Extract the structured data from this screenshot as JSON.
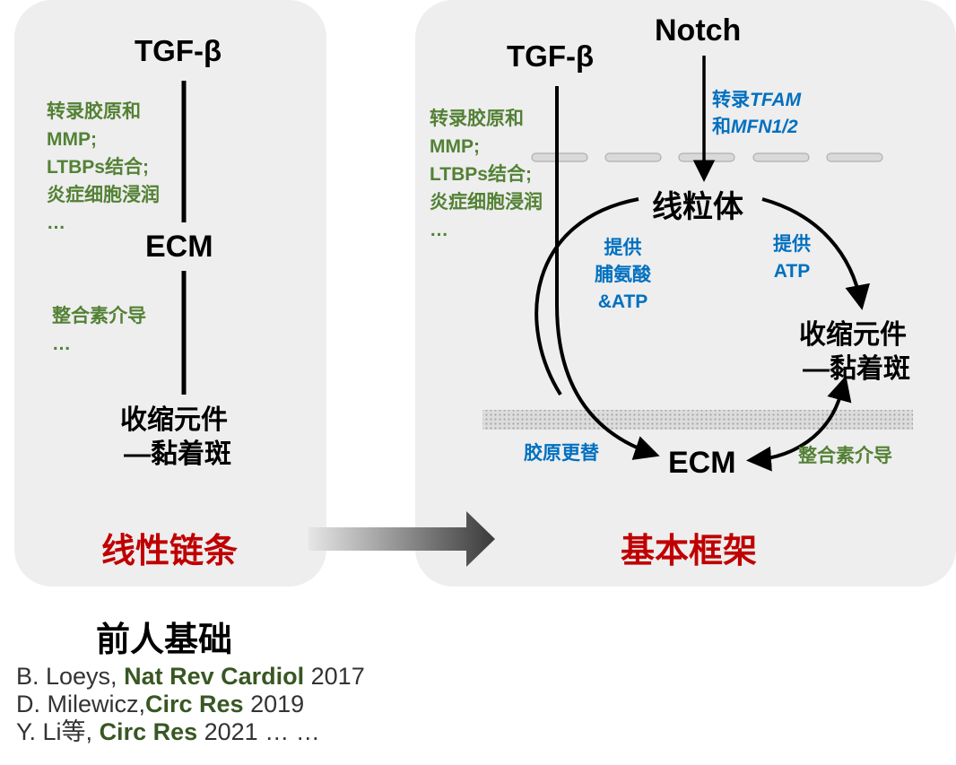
{
  "left_panel": {
    "tgf": "TGF-β",
    "green_lines": [
      "转录胶原和",
      "MMP;",
      "LTBPs结合;",
      "炎症细胞浸润",
      "…"
    ],
    "ecm": "ECM",
    "integrin_lines": [
      "整合素介导",
      "…"
    ],
    "contractile_lines": [
      "收缩元件",
      "—黏着斑"
    ],
    "caption": "线性链条"
  },
  "right_panel": {
    "notch": "Notch",
    "tgf": "TGF-β",
    "notch_note": {
      "prefix1": "转录",
      "gene1": "TFAM",
      "prefix2": "和",
      "gene2": "MFN1/2"
    },
    "green_lines": [
      "转录胶原和",
      "MMP;",
      "LTBPs结合;",
      "炎症细胞浸润",
      "…"
    ],
    "mito": "线粒体",
    "supply_left": [
      "提供",
      "脯氨酸",
      "&ATP"
    ],
    "supply_right": [
      "提供",
      "ATP"
    ],
    "contractile_lines": [
      "收缩元件",
      "—黏着斑"
    ],
    "collagen_turnover": "胶原更替",
    "ecm": "ECM",
    "integrin": "整合素介导",
    "caption": "基本框架"
  },
  "footer": {
    "title": "前人基础",
    "refs": [
      {
        "author": "B. Loeys, ",
        "journal": "Nat Rev Cardiol",
        "year": " 2017"
      },
      {
        "author": "D. Milewicz,",
        "journal": "Circ Res",
        "year": " 2019"
      },
      {
        "author": "Y. Li等, ",
        "journal": "Circ Res",
        "year": " 2021 … …"
      }
    ]
  },
  "colors": {
    "green": "#538135",
    "blue": "#0070c0",
    "red": "#c00000",
    "panel": "#eeeeee"
  }
}
